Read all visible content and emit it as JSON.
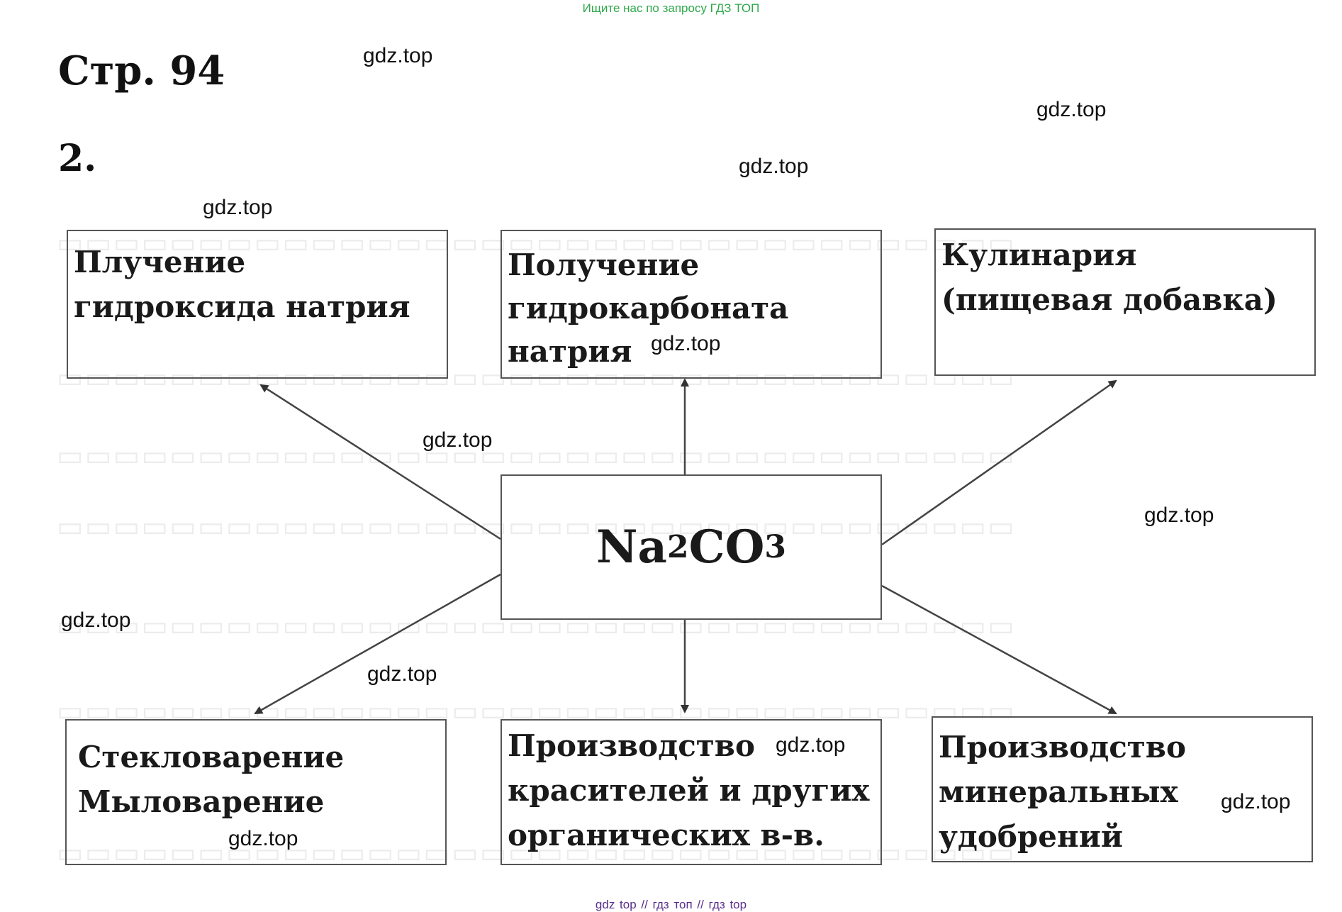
{
  "header": {
    "top_link": "Ищите нас по запросу ГДЗ ТОП",
    "page_title": "Стр. 94",
    "task_number": "2."
  },
  "diagram": {
    "center": {
      "symbol_na": "Na",
      "sub_2": "2",
      "symbol_co": "CO",
      "sub_3": "3"
    },
    "boxes": {
      "top_left": [
        "Плучение",
        "гидроксида натрия"
      ],
      "top_middle": [
        "Получение",
        "гидрокарбоната",
        "натрия"
      ],
      "top_right": [
        "Кулинария",
        "(пищевая добавка)"
      ],
      "bottom_left": [
        "Стекловарение",
        "Мыловарение"
      ],
      "bottom_middle": [
        "Производство",
        "красителей и других",
        "органических в-в."
      ],
      "bottom_right": [
        "Производство",
        "минеральных",
        "удобрений"
      ]
    }
  },
  "watermarks": {
    "w1": "gdz.top",
    "w2": "gdz.top",
    "w3": "gdz.top",
    "w4": "gdz.top",
    "w5": "gdz.top",
    "w6": "gdz.top",
    "w7": "gdz.top",
    "w8": "gdz.top",
    "w9": "gdz.top",
    "w10": "gdz.top",
    "w11": "gdz.top",
    "w12": "gdz.top"
  },
  "footer": {
    "text": "gdz top  //  гдз топ  //  гдз top"
  }
}
